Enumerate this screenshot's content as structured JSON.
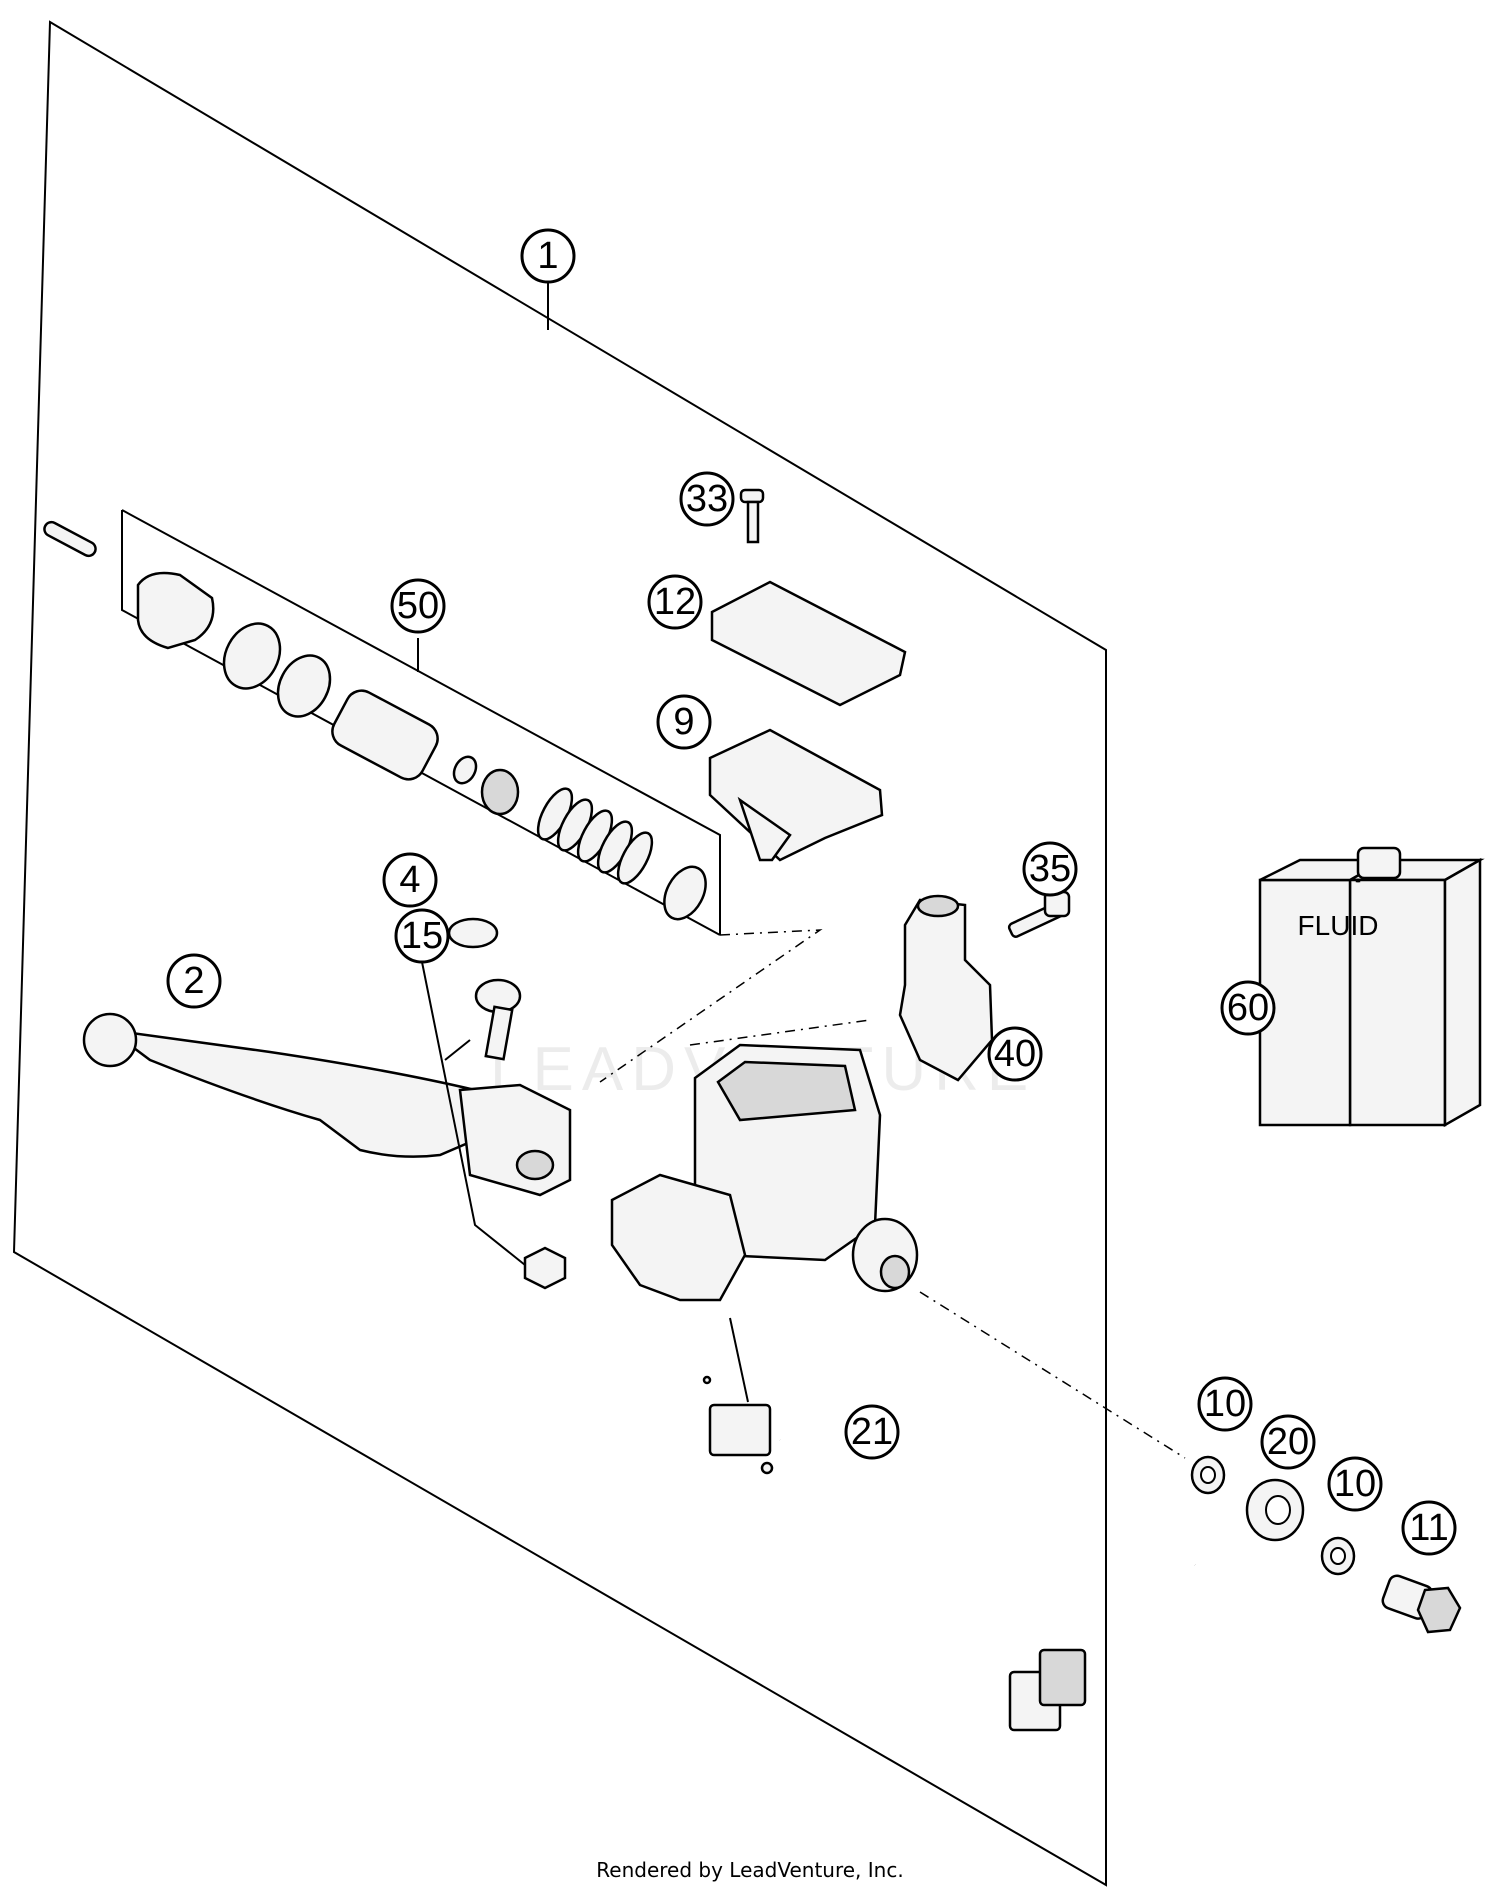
{
  "callouts": {
    "c1": "1",
    "c2": "2",
    "c4": "4",
    "c9": "9",
    "c10a": "10",
    "c10b": "10",
    "c11": "11",
    "c12": "12",
    "c15": "15",
    "c20": "20",
    "c21": "21",
    "c33": "33",
    "c35": "35",
    "c40": "40",
    "c50": "50",
    "c60": "60"
  },
  "fluid_label": "FLUID",
  "watermark": "LEADVENTURE",
  "footer": "Rendered by LeadVenture, Inc."
}
